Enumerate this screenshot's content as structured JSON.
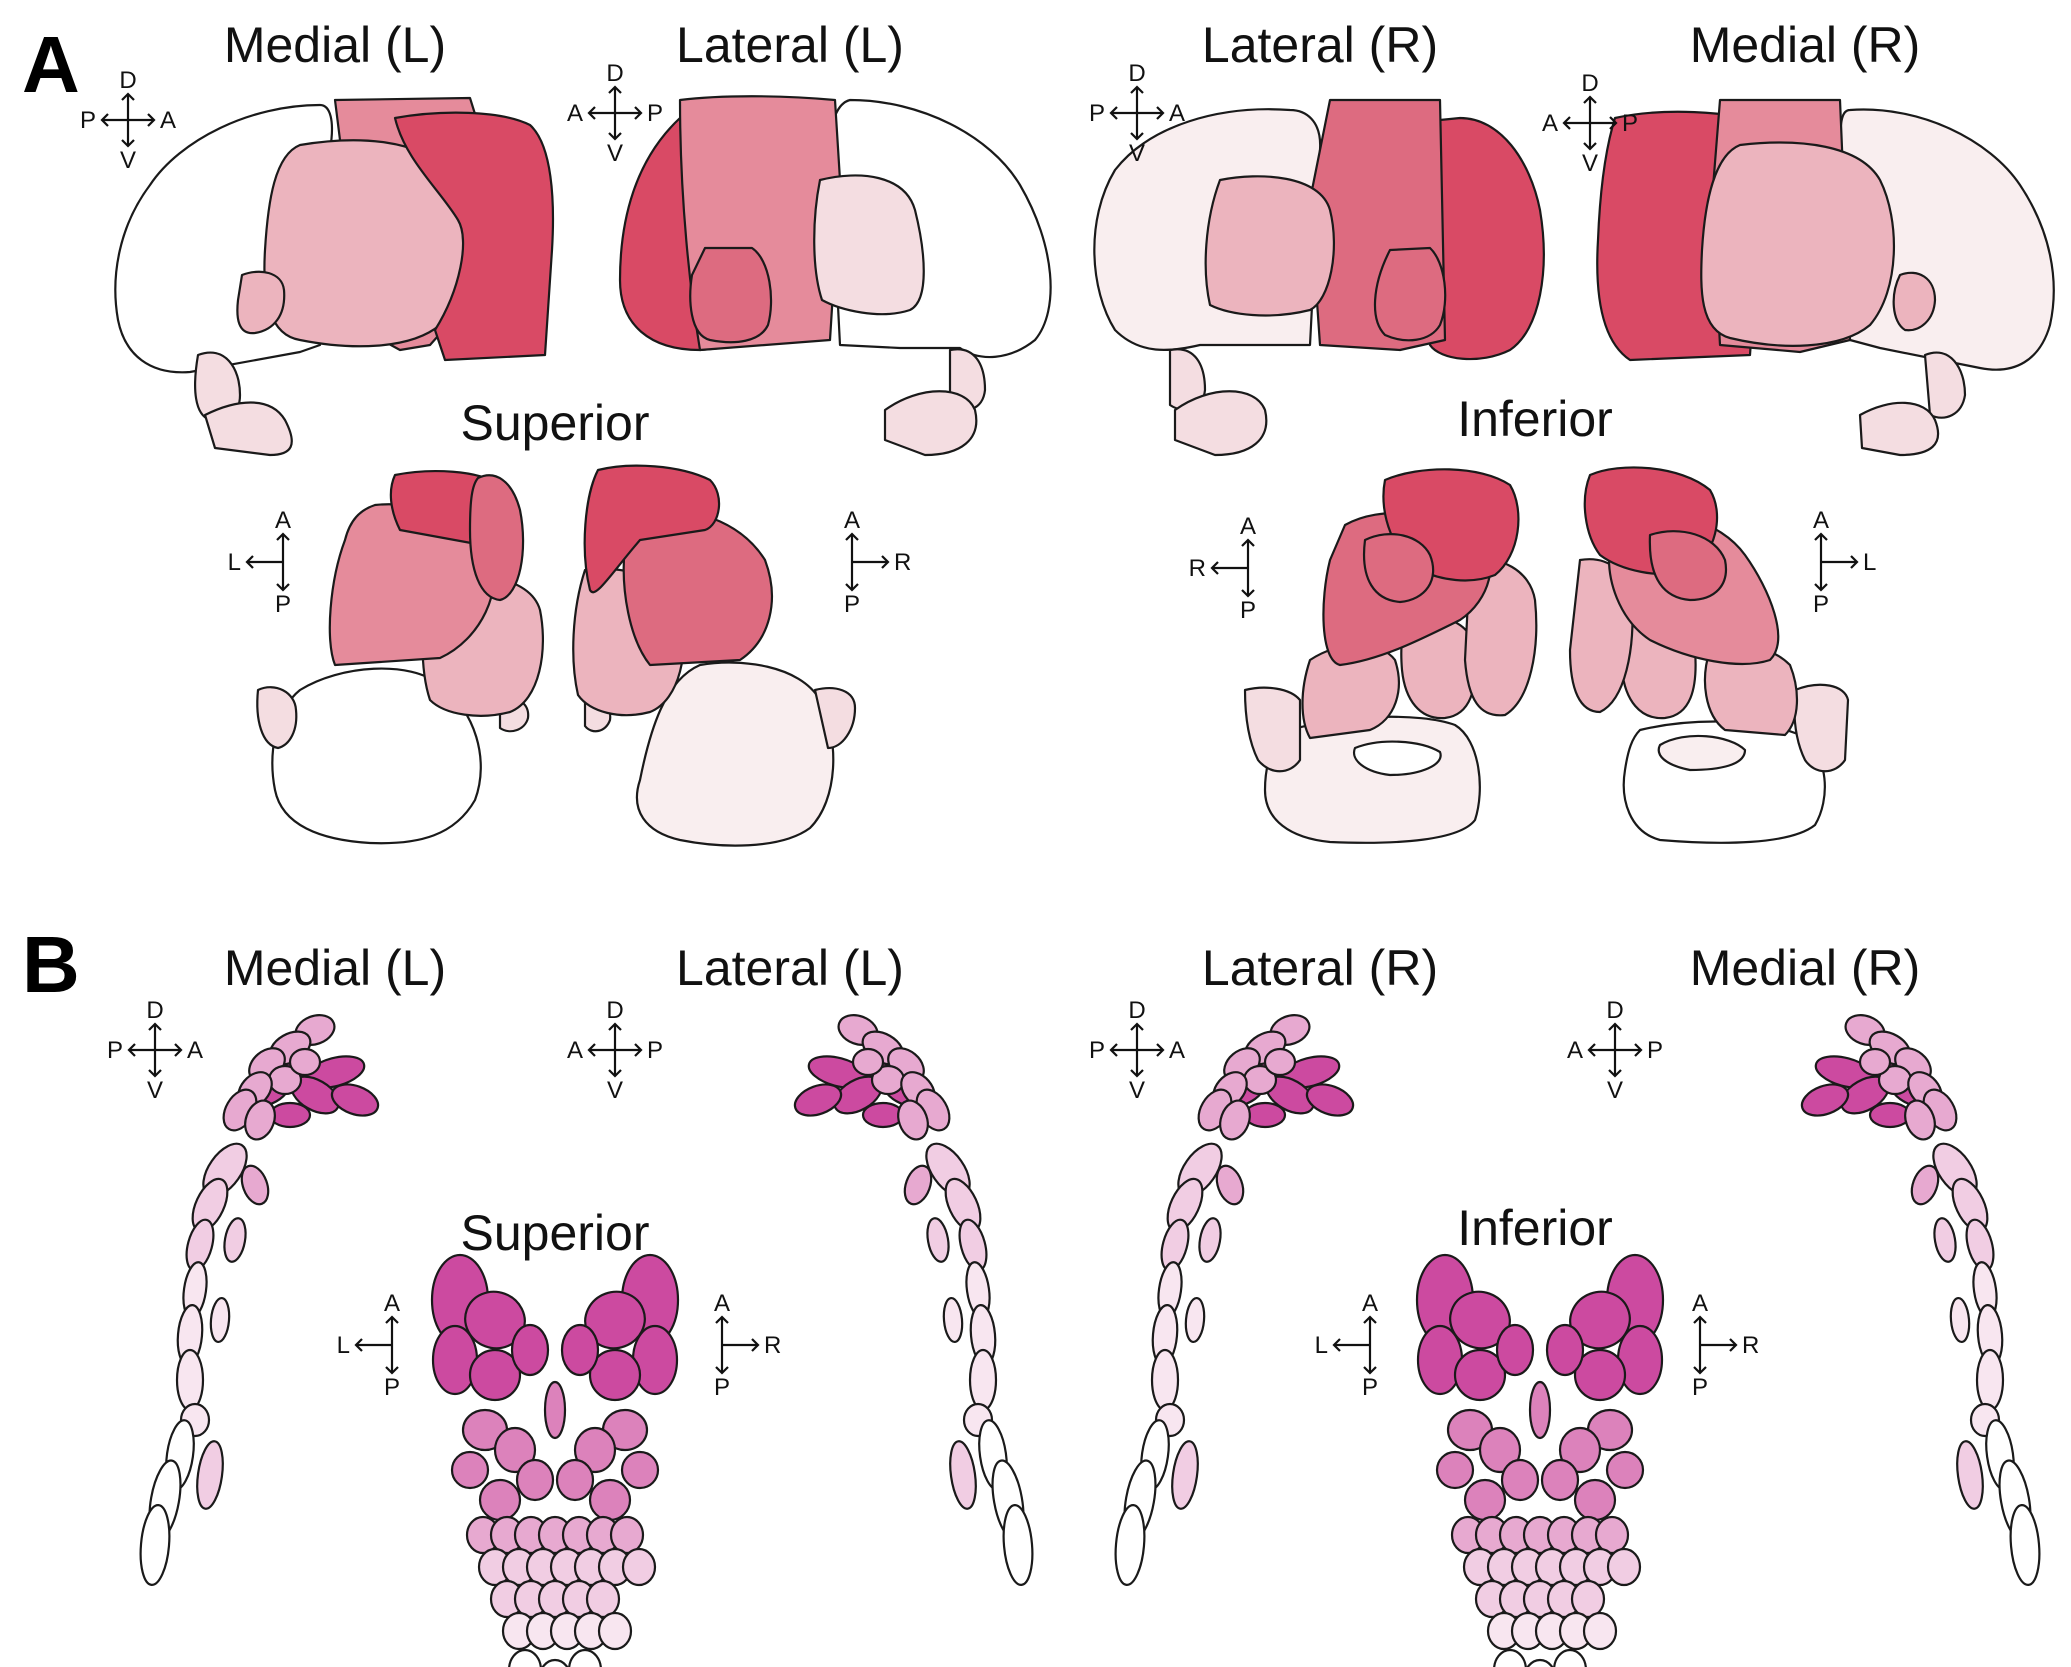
{
  "panels": [
    {
      "letter": "A",
      "views": {
        "medial_l": "Medial (L)",
        "lateral_l": "Lateral (L)",
        "lateral_r": "Lateral (R)",
        "medial_r": "Medial (R)",
        "superior": "Superior",
        "inferior": "Inferior"
      },
      "palette": [
        "#ffffff",
        "#f9eeef",
        "#f4dde1",
        "#ecb4be",
        "#e58b9b",
        "#dd6b80",
        "#d94a65"
      ]
    },
    {
      "letter": "B",
      "views": {
        "medial_l": "Medial (L)",
        "lateral_l": "Lateral (L)",
        "lateral_r": "Lateral (R)",
        "medial_r": "Medial (R)",
        "superior": "Superior",
        "inferior": "Inferior"
      },
      "palette": [
        "#ffffff",
        "#f8e6f0",
        "#f1cde3",
        "#e7a9d0",
        "#dc82bb",
        "#cc4aa0"
      ]
    }
  ],
  "axes": {
    "dorsal": "D",
    "ventral": "V",
    "anterior": "A",
    "posterior": "P",
    "left": "L",
    "right": "R"
  }
}
